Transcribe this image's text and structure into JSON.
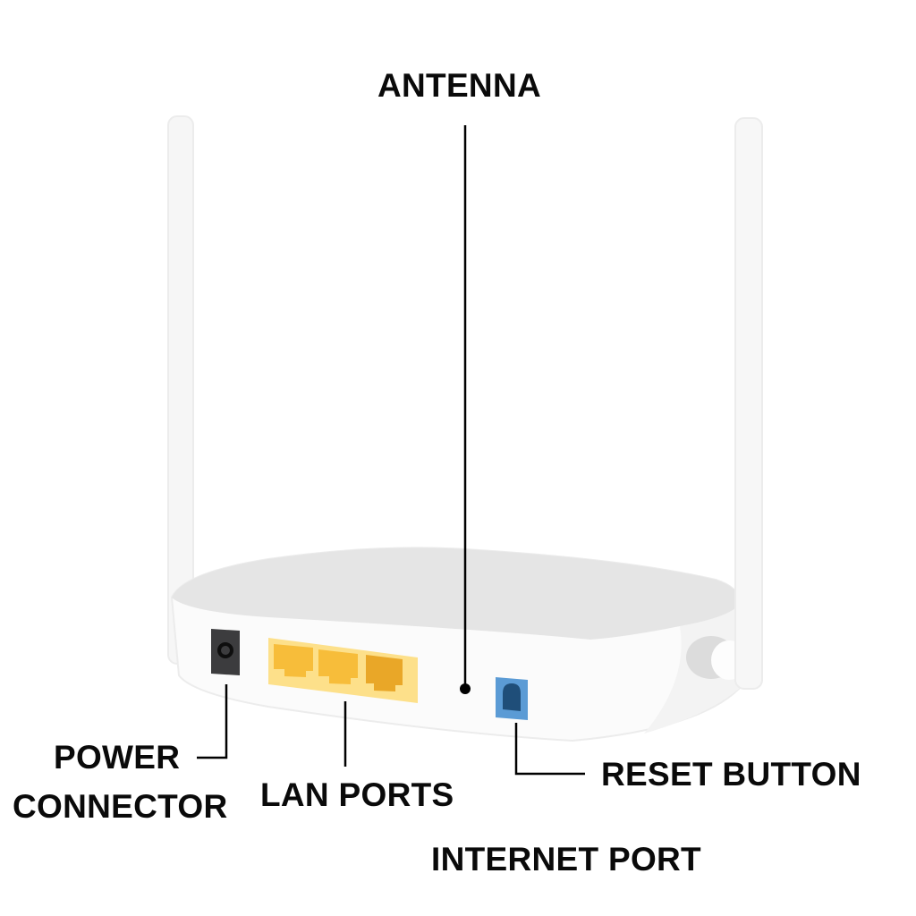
{
  "title": "Router rear panel diagram",
  "labels": {
    "antenna": "ANTENNA",
    "power_line1": "POWER",
    "power_line2": "CONNECTOR",
    "lan_ports": "LAN PORTS",
    "reset_button": "RESET BUTTON",
    "internet_port": "INTERNET PORT"
  },
  "components": [
    {
      "name": "antenna",
      "count": 2
    },
    {
      "name": "power connector",
      "count": 1
    },
    {
      "name": "lan ports",
      "count": 3
    },
    {
      "name": "reset button",
      "count": 1
    },
    {
      "name": "internet port",
      "count": 1
    }
  ],
  "colors": {
    "lan_panel": "#fde08a",
    "lan_port": "#f7bd3a",
    "internet_panel": "#5b9bd5",
    "internet_socket": "#1f4e79",
    "power_jack": "#3c3c3e",
    "router_body": "#fafafa",
    "router_top": "#e4e4e4",
    "leader_line": "#000000"
  }
}
